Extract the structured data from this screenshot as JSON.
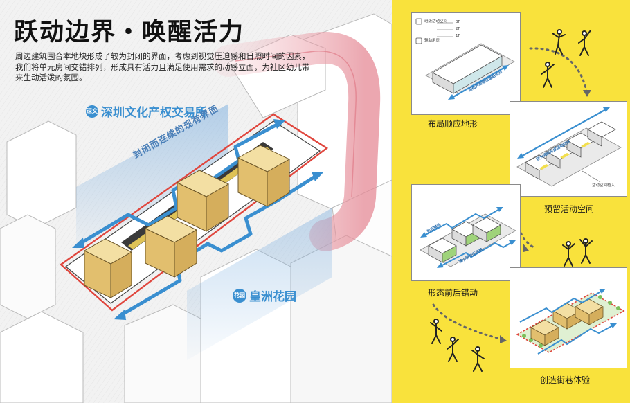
{
  "title": "跃动边界・唤醒活力",
  "intro": "周边建筑围合本地块形成了较为封闭的界面，考虑到视觉压迫感和日照时间的因素，我们将单元房间交错排列，形成具有活力且满足使用需求的动感立面，为社区幼儿带来生动活泼的氛围。",
  "site_labels": {
    "exchange": "深圳文化产权交易所",
    "exchange_icon": "深文",
    "garden": "皇洲花园",
    "garden_icon": "花园",
    "closed_interface": "封闭而连续的现有界面"
  },
  "steps": [
    {
      "label": "布局顺应地形"
    },
    {
      "label": "预留活动空间"
    },
    {
      "label": "形态前后错动"
    },
    {
      "label": "创造街巷体验"
    }
  ],
  "card_notes": {
    "legend_activity": "班级活动空间",
    "legend_support": "辅助用房",
    "floor_3": "3F",
    "floor_2": "2F",
    "floor_1": "1F",
    "card1_arrow": "沿街界面顺应道路走向",
    "card2_arrow": "较大间距形成活动空间",
    "card2_note": "活动空间植入",
    "card3_arrow_top": "前后错动",
    "card3_arrow_bottom": "减小视觉压迫感"
  },
  "colors": {
    "panel_yellow": "#f9e23c",
    "accent_blue": "#3a8fd0",
    "boundary_red": "#e0463d",
    "block_tan": "#e9c879"
  }
}
